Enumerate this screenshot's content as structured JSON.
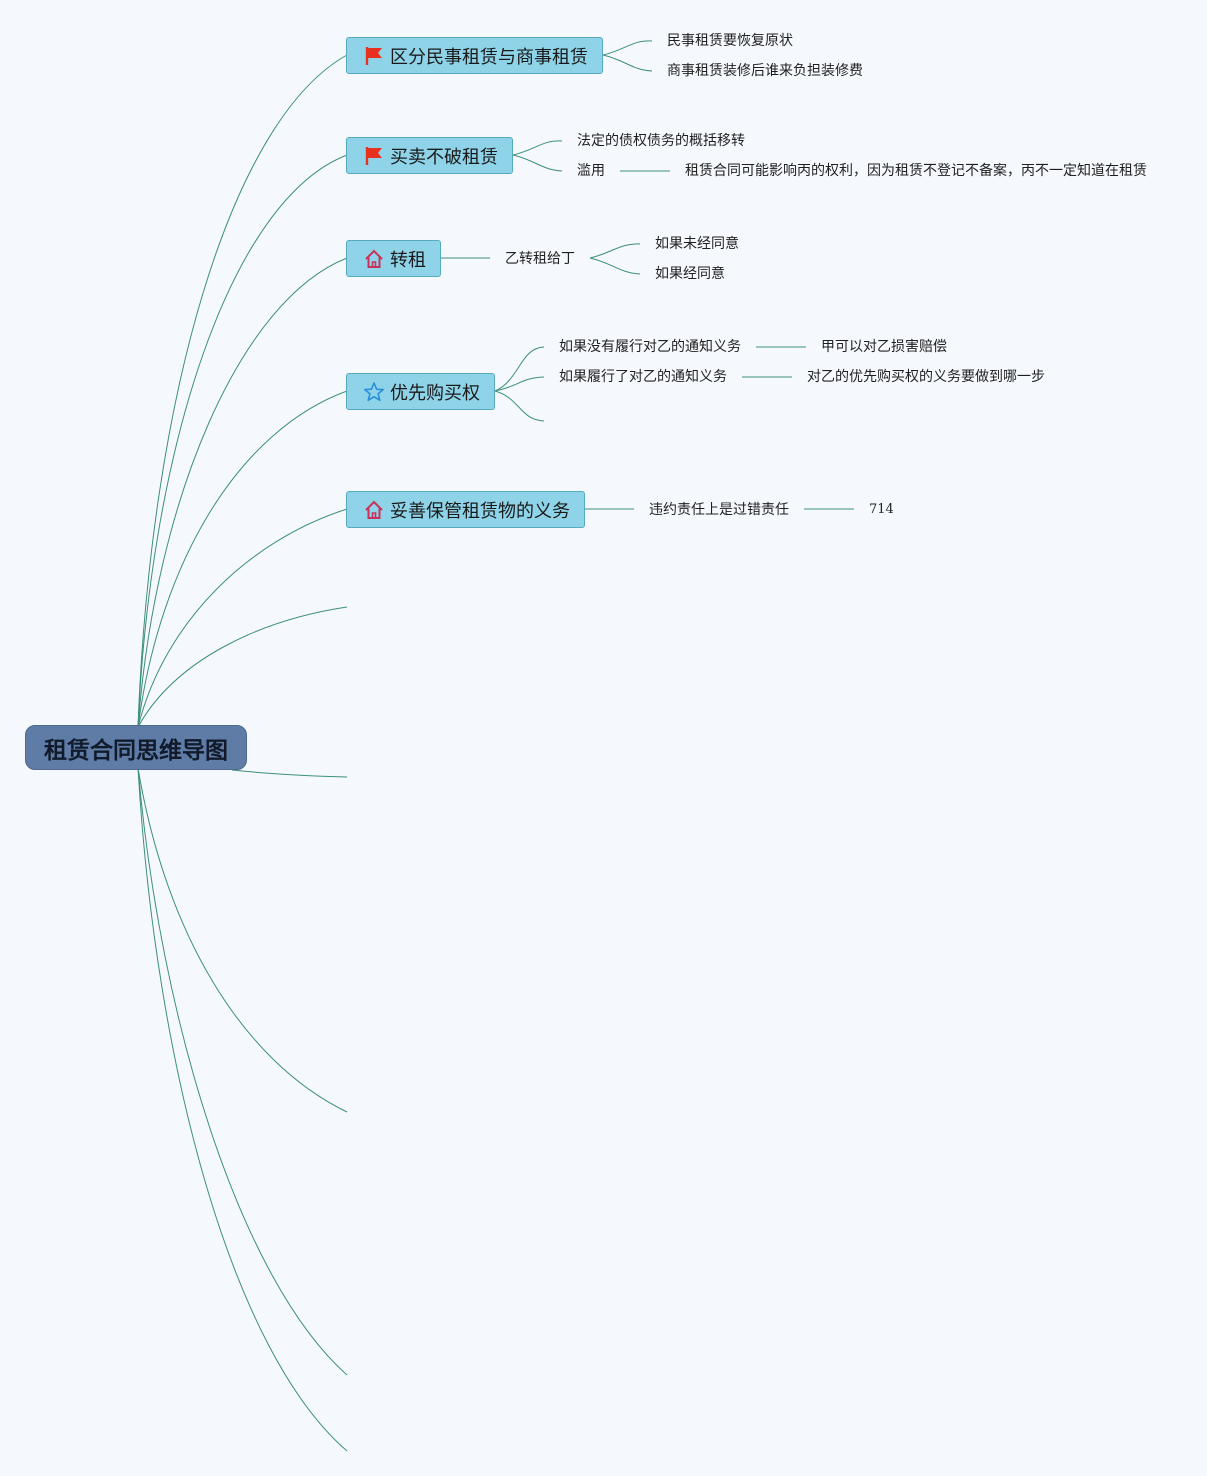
{
  "root": {
    "label": "租赁合同思维导图"
  },
  "branches": [
    {
      "label": "区分民事租赁与商事租赁",
      "icon": "red-flag-icon",
      "children": [
        "民事租赁要恢复原状",
        "商事租赁装修后谁来负担装修费"
      ]
    },
    {
      "label": "买卖不破租赁",
      "icon": "red-flag-icon",
      "children": [
        "法定的债权债务的概括移转",
        "滥用"
      ],
      "grandchild": "租赁合同可能影响丙的权利，因为租赁不登记不备案，丙不一定知道在租赁"
    },
    {
      "label": "转租",
      "icon": "house-icon",
      "child": "乙转租给丁",
      "grandchildren": [
        "如果未经同意",
        "如果经同意"
      ]
    },
    {
      "label": "优先购买权",
      "icon": "star-icon",
      "children": [
        "如果没有履行对乙的通知义务",
        "如果履行了对乙的通知义务"
      ],
      "grandchildren": [
        "甲可以对乙损害赔偿",
        "对乙的优先购买权的义务要做到哪一步"
      ]
    },
    {
      "label": "妥善保管租赁物的义务",
      "icon": "house-icon",
      "child": "违约责任上是过错责任",
      "grandchild": "714"
    }
  ],
  "colors": {
    "link": "#3d8f78",
    "topic_fill": "#8ed3e8",
    "root_fill": "#5e7ca5",
    "flag": "#e8321f",
    "house": "#c8325a",
    "star": "#2a8fd8"
  }
}
